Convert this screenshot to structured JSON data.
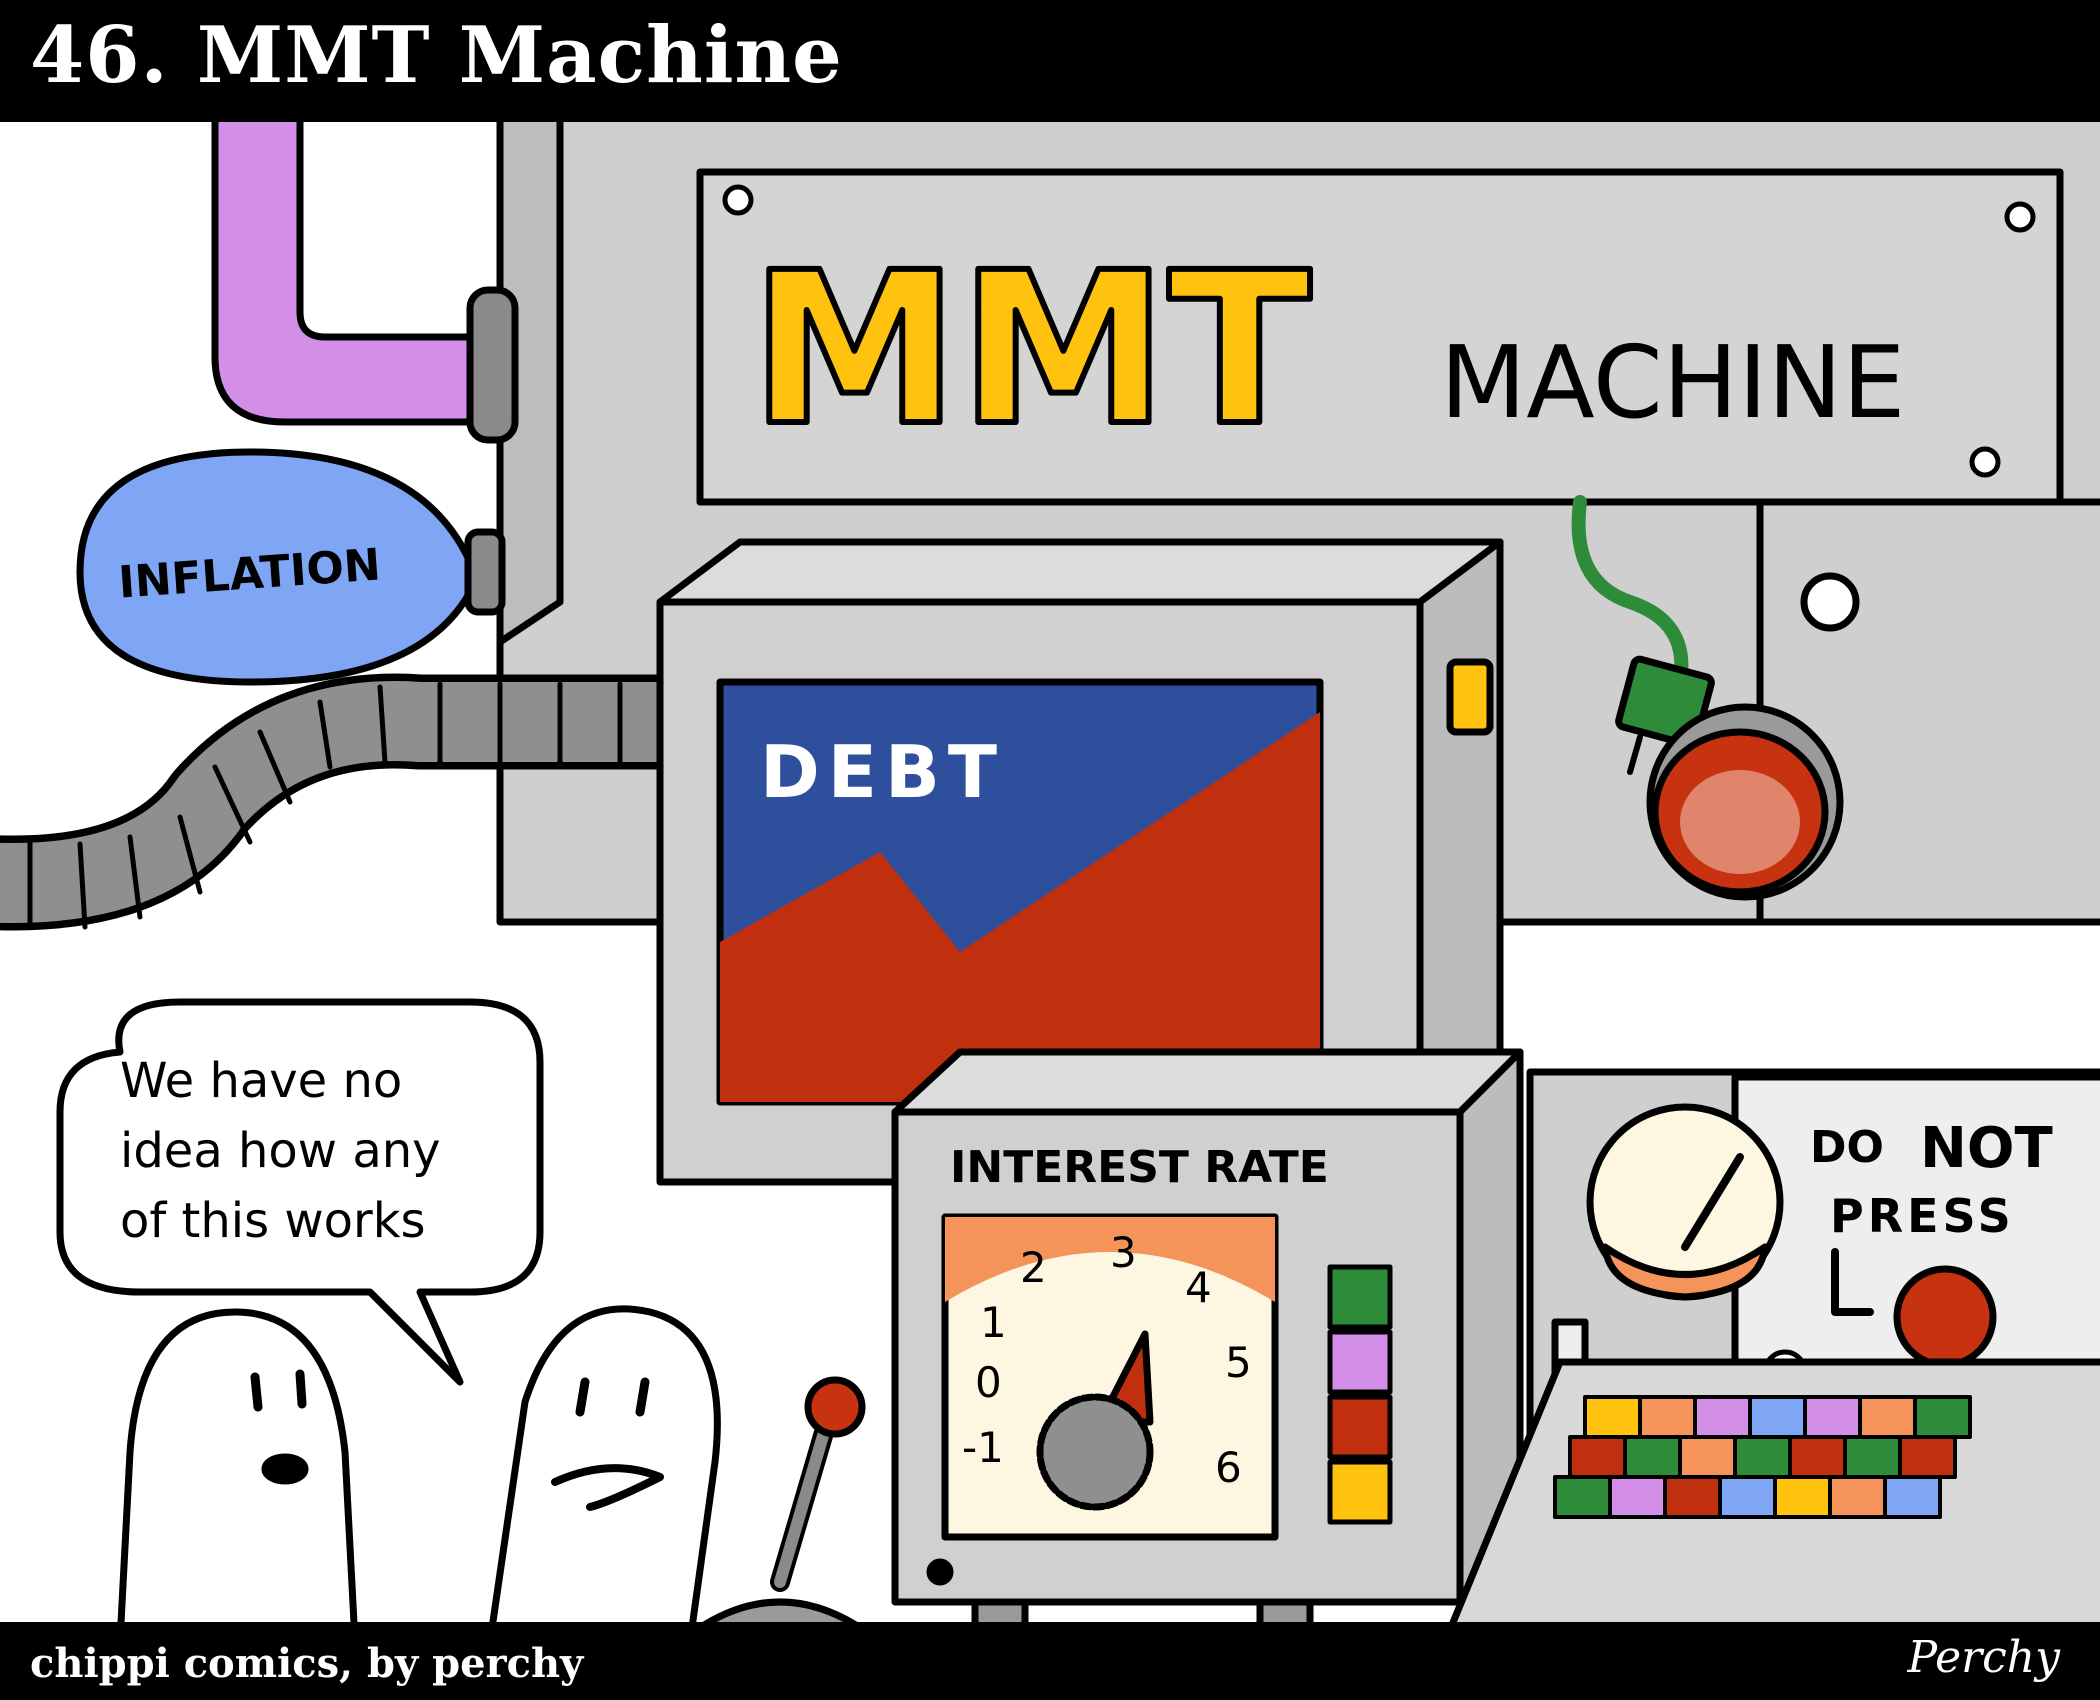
{
  "header": {
    "title": "46. MMT Machine"
  },
  "machine": {
    "sign_big": "MMT",
    "sign_small": "MACHINE",
    "bulb_label": "INFLATION",
    "screen_label": "DEBT",
    "dial_panel_label": "INTEREST RATE",
    "dial_ticks": [
      "-1",
      "0",
      "1",
      "2",
      "3",
      "4",
      "5",
      "6"
    ],
    "warning_line1": "DO",
    "warning_line1_emph": "NOT",
    "warning_line2": "PRESS"
  },
  "dialogue": {
    "line1": "We have no",
    "line2": "idea how any",
    "line3": "of this works"
  },
  "footer": {
    "credit": "chippi comics, by perchy",
    "signature": "Perchy"
  },
  "colors": {
    "pipe": "#d38ee8",
    "bulb": "#7fa5f5",
    "sign_yellow": "#ffc20e",
    "screen_blue": "#2e4f9c",
    "screen_red": "#c0300e",
    "button_red": "#c73310",
    "cord_green": "#2e8b3a",
    "machine_gray": "#cfcfcf"
  }
}
